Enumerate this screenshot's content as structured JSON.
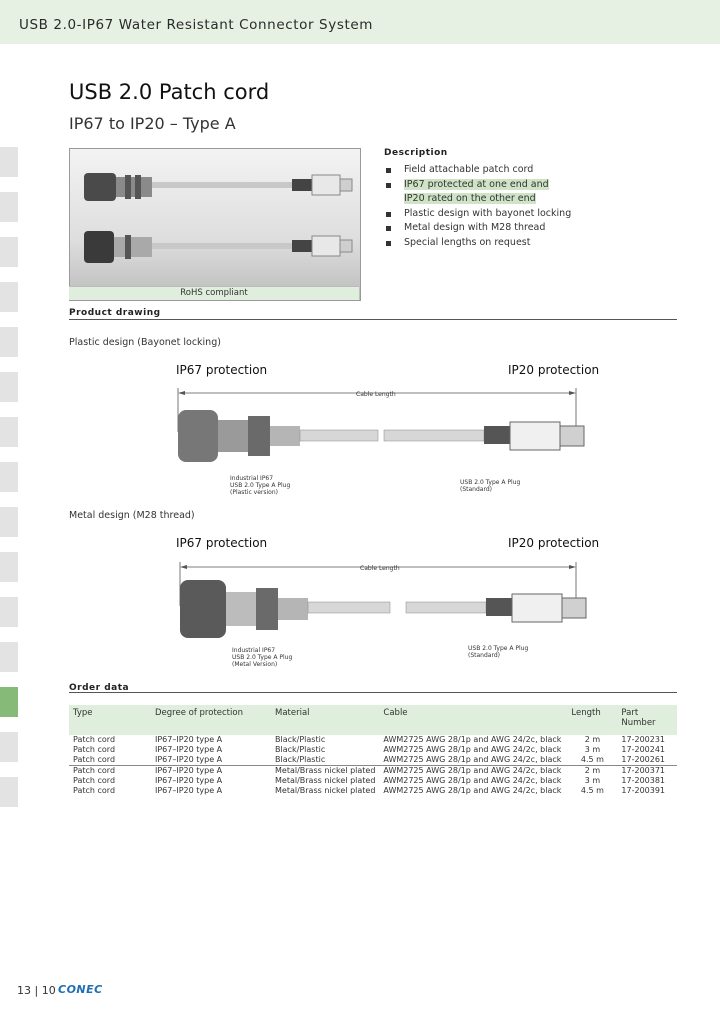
{
  "header": {
    "title": "USB 2.0-IP67 Water Resistant Connector System"
  },
  "page": {
    "title": "USB 2.0 Patch cord",
    "subtitle": "IP67 to IP20 – Type A"
  },
  "photo": {
    "caption": "RoHS compliant"
  },
  "description": {
    "heading": "Description",
    "items": [
      "Field attachable patch cord",
      "IP67 protected at one end and",
      "IP20 rated on the other end",
      "Plastic design with bayonet locking",
      "Metal design with M28 thread",
      "Special lengths on request"
    ]
  },
  "product_drawing": {
    "heading": "Product drawing",
    "plastic": {
      "label": "Plastic design (Bayonet locking)",
      "left": "IP67 protection",
      "right": "IP20 protection",
      "cable_length": "Cable Length",
      "callout_left": [
        "Industrial IP67",
        "USB 2.0 Type A Plug",
        "(Plastic version)"
      ],
      "callout_right": [
        "USB 2.0 Type A Plug",
        "(Standard)"
      ]
    },
    "metal": {
      "label": "Metal design (M28 thread)",
      "left": "IP67 protection",
      "right": "IP20 protection",
      "cable_length": "Cable Length",
      "callout_left": [
        "Industrial IP67",
        "USB 2.0 Type A Plug",
        "(Metal Version)"
      ],
      "callout_right": [
        "USB 2.0 Type A Plug",
        "(Standard)"
      ]
    }
  },
  "order_data": {
    "heading": "Order data",
    "columns": [
      "Type",
      "Degree of protection",
      "Material",
      "Cable",
      "Length",
      "Part Number"
    ],
    "rows": [
      [
        "Patch cord",
        "IP67–IP20 type A",
        "Black/Plastic",
        "AWM2725 AWG 28/1p and AWG 24/2c, black",
        "2 m",
        "17-200231"
      ],
      [
        "Patch cord",
        "IP67–IP20 type A",
        "Black/Plastic",
        "AWM2725 AWG 28/1p and AWG 24/2c, black",
        "3 m",
        "17-200241"
      ],
      [
        "Patch cord",
        "IP67–IP20 type A",
        "Black/Plastic",
        "AWM2725 AWG 28/1p and AWG 24/2c, black",
        "4.5 m",
        "17-200261"
      ],
      [
        "Patch cord",
        "IP67–IP20 type A",
        "Metal/Brass nickel plated",
        "AWM2725 AWG 28/1p and AWG 24/2c, black",
        "2 m",
        "17-200371"
      ],
      [
        "Patch cord",
        "IP67–IP20 type A",
        "Metal/Brass nickel plated",
        "AWM2725 AWG 28/1p and AWG 24/2c, black",
        "3 m",
        "17-200381"
      ],
      [
        "Patch cord",
        "IP67–IP20 type A",
        "Metal/Brass nickel plated",
        "AWM2725 AWG 28/1p and AWG 24/2c, black",
        "4.5 m",
        "17-200391"
      ]
    ]
  },
  "footer": {
    "page": "13 | 10",
    "logo": "CONEC"
  }
}
